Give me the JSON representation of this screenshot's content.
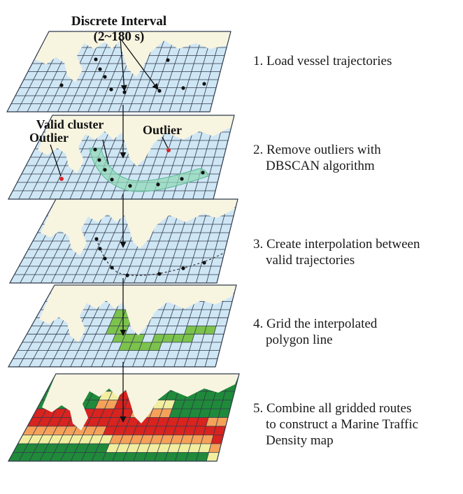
{
  "annotations": {
    "discrete_interval_line1": "Discrete Interval",
    "discrete_interval_line2": "(2~180 s)",
    "valid_cluster": "Valid cluster",
    "outlier_left": "Outlier",
    "outlier_right": "Outlier"
  },
  "steps": [
    {
      "lines": [
        "1. Load vessel trajectories"
      ]
    },
    {
      "lines": [
        "2. Remove outliers with",
        "DBSCAN algorithm"
      ]
    },
    {
      "lines": [
        "3. Create interpolation between",
        "valid trajectories"
      ]
    },
    {
      "lines": [
        "4. Grid the interpolated",
        "polygon line"
      ]
    },
    {
      "lines": [
        "5. Combine all gridded routes",
        "to construct a Marine Traffic",
        "Density map"
      ]
    }
  ],
  "colors": {
    "grid_fill": "#cfe6f5",
    "grid_line": "#2f3a4a",
    "land": "#f7f4e0",
    "point": "#111111",
    "outlier_point": "#d42a2a",
    "cluster_fill": "#8fd8b6",
    "gridded_route": "#7cc34d",
    "density_low": "#f2eea0",
    "density_mid": "#f5a15a",
    "density_high": "#d8231f",
    "density_land_green": "#1f8a3a"
  }
}
